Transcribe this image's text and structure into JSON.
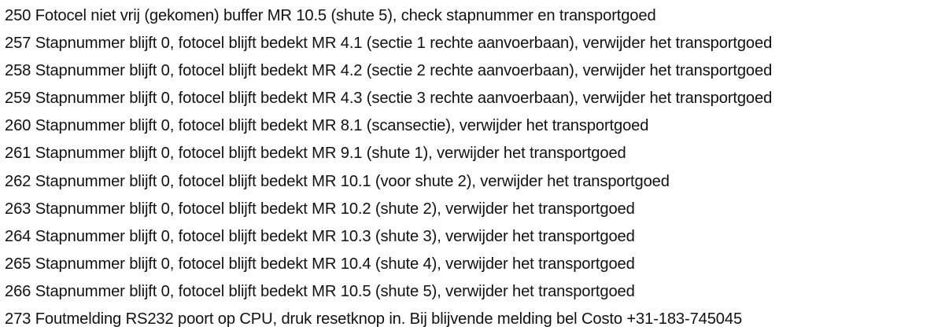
{
  "document": {
    "lines": [
      "250 Fotocel niet vrij (gekomen) buffer MR 10.5 (shute 5), check stapnummer en transportgoed",
      "257 Stapnummer blijft 0, fotocel blijft bedekt MR 4.1 (sectie 1 rechte aanvoerbaan), verwijder het transportgoed",
      "258 Stapnummer blijft 0, fotocel blijft bedekt MR 4.2 (sectie 2 rechte aanvoerbaan), verwijder het transportgoed",
      "259 Stapnummer blijft 0, fotocel blijft bedekt MR 4.3 (sectie 3 rechte aanvoerbaan), verwijder het transportgoed",
      "260 Stapnummer blijft 0, fotocel blijft bedekt MR 8.1 (scansectie), verwijder het transportgoed",
      "261 Stapnummer blijft 0, fotocel blijft bedekt MR 9.1 (shute 1), verwijder het transportgoed",
      "262 Stapnummer blijft 0, fotocel blijft bedekt MR 10.1 (voor shute 2), verwijder het transportgoed",
      "263 Stapnummer blijft 0, fotocel blijft bedekt MR 10.2 (shute 2), verwijder het transportgoed",
      "264 Stapnummer blijft 0, fotocel blijft bedekt MR 10.3 (shute 3), verwijder het transportgoed",
      "265 Stapnummer blijft 0, fotocel blijft bedekt MR 10.4 (shute 4), verwijder het transportgoed",
      "266 Stapnummer blijft 0, fotocel blijft bedekt MR 10.5 (shute 5), verwijder het transportgoed",
      "273 Foutmelding RS232 poort op CPU, druk resetknop in. Bij blijvende melding bel Costo +31-183-745045"
    ]
  }
}
